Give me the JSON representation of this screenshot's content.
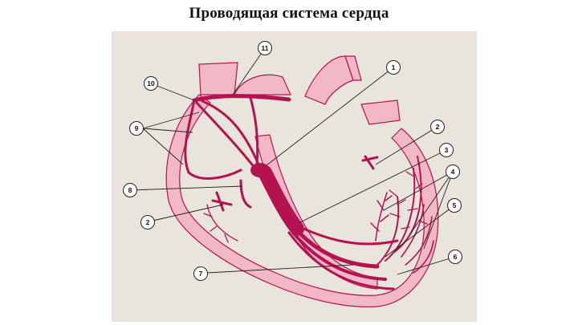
{
  "slide": {
    "title": "Проводящая система сердца"
  },
  "figure": {
    "background_color": "#e9e4dc",
    "wall_color": "#f2b8c6",
    "conduction_color": "#b5134f",
    "callouts": [
      "1",
      "2",
      "3",
      "4",
      "5",
      "6",
      "7",
      "8",
      "9",
      "10",
      "11",
      "2"
    ]
  }
}
